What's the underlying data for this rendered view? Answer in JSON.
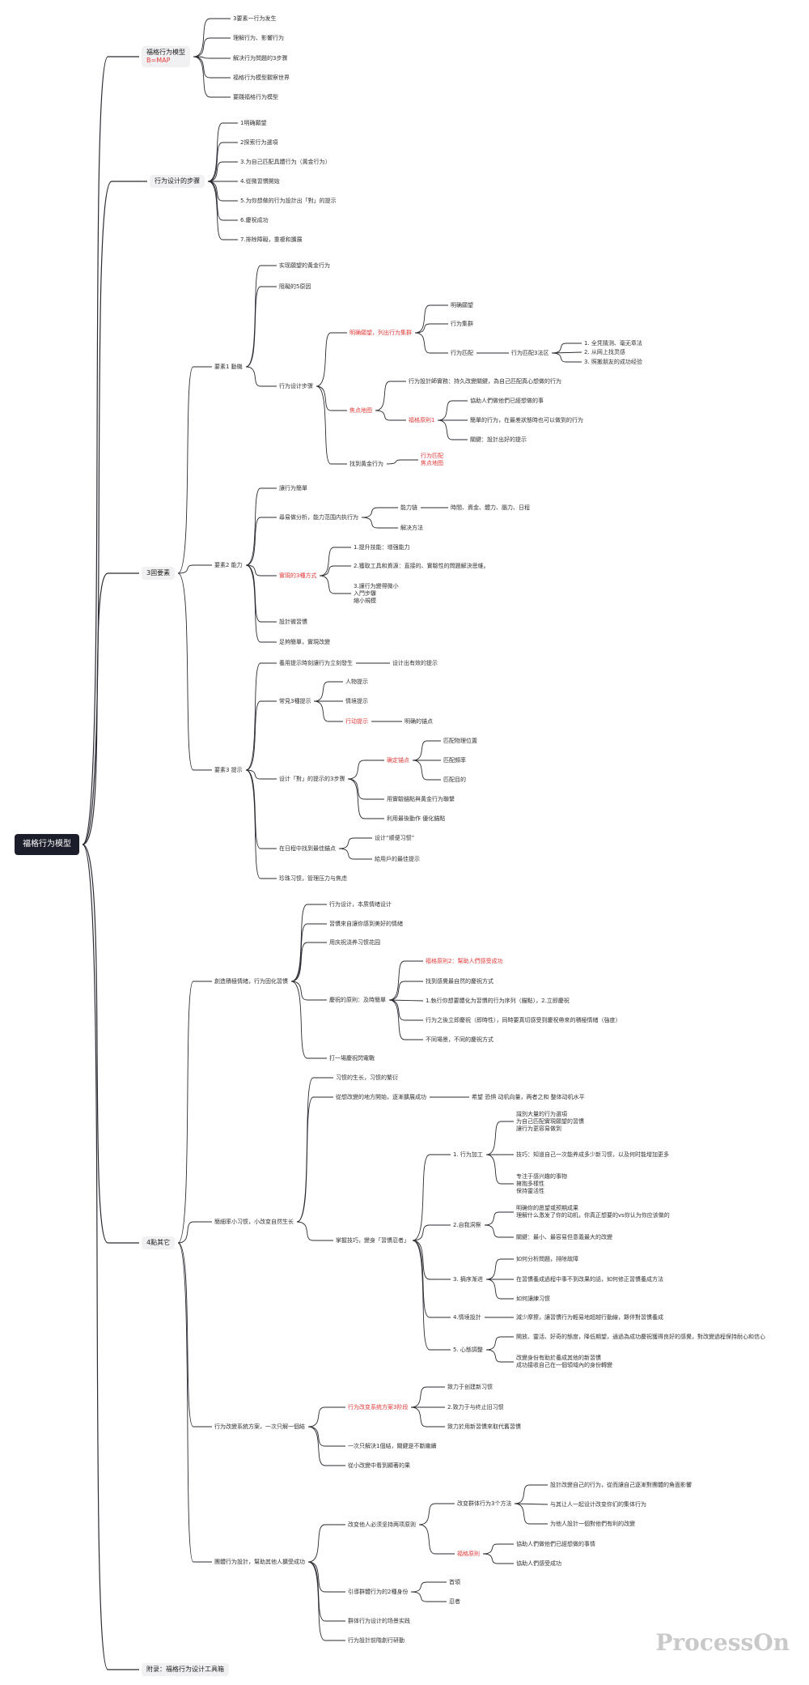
{
  "diagram": {
    "root": "福格行为模型",
    "nodes": [
      {
        "id": "n1",
        "text": "福格行为模型",
        "sub": "B=MAP",
        "parent": "root",
        "level": 1
      },
      {
        "id": "n1a",
        "text": "3要素一行为发生",
        "parent": "n1"
      },
      {
        "id": "n1b",
        "text": "理解行为、影響行为",
        "parent": "n1"
      },
      {
        "id": "n1c",
        "text": "解决行为問題的3步骤",
        "parent": "n1"
      },
      {
        "id": "n1d",
        "text": "福格行为模型觀察世界",
        "parent": "n1"
      },
      {
        "id": "n1e",
        "text": "要踐福格行为模型",
        "parent": "n1"
      },
      {
        "id": "n2",
        "text": "行为设计的步骤",
        "parent": "root",
        "level": 1,
        "red": true
      },
      {
        "id": "n2a",
        "text": "1明确願望",
        "parent": "n2"
      },
      {
        "id": "n2b",
        "text": "2探索行为選項",
        "parent": "n2"
      },
      {
        "id": "n2c",
        "text": "3.为自己匹配具體行为（黃金行为）",
        "parent": "n2"
      },
      {
        "id": "n2d",
        "text": "4.從微習慣開始",
        "parent": "n2"
      },
      {
        "id": "n2e",
        "text": "5.为你想做的行为設計出「對」的提示",
        "parent": "n2"
      },
      {
        "id": "n2f",
        "text": "6.慶祝成功",
        "parent": "n2"
      },
      {
        "id": "n2g",
        "text": "7.排除障礙，重複和擴展",
        "parent": "n2"
      },
      {
        "id": "n3",
        "text": "3固要素",
        "parent": "root",
        "level": 1
      },
      {
        "id": "m1",
        "text": "要素1 動機",
        "parent": "n3"
      },
      {
        "id": "m1a",
        "text": "实现願望的黃金行为",
        "parent": "m1"
      },
      {
        "id": "m1b",
        "text": "阻礙的5原因",
        "parent": "m1"
      },
      {
        "id": "m1c",
        "text": "行为设计步骤",
        "parent": "m1"
      },
      {
        "id": "m1c1",
        "text": "明确願望，列出行为集群",
        "parent": "m1c",
        "red": true
      },
      {
        "id": "m1c1a",
        "text": "明确願望",
        "parent": "m1c1"
      },
      {
        "id": "m1c1b",
        "text": "行为集群",
        "parent": "m1c1"
      },
      {
        "id": "m1c1c",
        "text": "行为匹配",
        "parent": "m1c1"
      },
      {
        "id": "m1c1c1",
        "text": "行为匹配3法区",
        "parent": "m1c1c"
      },
      {
        "id": "m1c1c1a",
        "text": "1. 全凭猜测、毫无章法",
        "parent": "m1c1c1"
      },
      {
        "id": "m1c1c1b",
        "text": "2. 从网上找灵感",
        "parent": "m1c1c1"
      },
      {
        "id": "m1c1c1c",
        "text": "3. 照搬朋友的成功经验",
        "parent": "m1c1c1"
      },
      {
        "id": "m1c2",
        "text": "焦点地图",
        "parent": "m1c",
        "red": true
      },
      {
        "id": "m1c2a",
        "text": "行为設計師實務：持久改變關鍵，為自己匹配真心想做的行为",
        "parent": "m1c2"
      },
      {
        "id": "m1c2b",
        "text": "福格原則1",
        "parent": "m1c2",
        "red": true
      },
      {
        "id": "m1c2b1",
        "text": "協助人們做他們已經想做的事",
        "parent": "m1c2b"
      },
      {
        "id": "m1c2b2",
        "text": "簡單的行为，在最差狀態時也可以做到的行为",
        "parent": "m1c2b"
      },
      {
        "id": "m1c2b3",
        "text": "關鍵：設計出好的提示",
        "parent": "m1c2b"
      },
      {
        "id": "m1c3",
        "text": "找到黃金行为",
        "parent": "m1c"
      },
      {
        "id": "m1c3a",
        "text": "行为匹配",
        "sub": "焦点地图",
        "parent": "m1c3",
        "red": true
      },
      {
        "id": "m2",
        "text": "要素2 能力",
        "parent": "n3"
      },
      {
        "id": "m2a",
        "text": "讓行为簡單",
        "parent": "m2"
      },
      {
        "id": "m2b",
        "text": "尋易做分析，能力范围内执行为",
        "parent": "m2"
      },
      {
        "id": "m2b1",
        "text": "能力链",
        "parent": "m2b"
      },
      {
        "id": "m2b1a",
        "text": "時間、資金、體力、腦力、日程",
        "parent": "m2b1"
      },
      {
        "id": "m2b2",
        "text": "解决方法",
        "parent": "m2b"
      },
      {
        "id": "m2c",
        "text": "實現的3種方式",
        "parent": "m2",
        "red": true
      },
      {
        "id": "m2c1",
        "text": "1.提升技能：增强能力",
        "parent": "m2c"
      },
      {
        "id": "m2c2",
        "text": "2.獲取工具和資源：直接的、實驗性的問題解決思維。",
        "parent": "m2c"
      },
      {
        "id": "m2c3",
        "text": "3.讓行为變得微小",
        "sub2": [
          "入門步驟",
          "縮小規模"
        ],
        "parent": "m2c"
      },
      {
        "id": "m2d",
        "text": "設計微習慣",
        "parent": "m2"
      },
      {
        "id": "m2e",
        "text": "足夠簡單，實現改變",
        "parent": "m2"
      },
      {
        "id": "m3",
        "text": "要素3 提示",
        "parent": "n3"
      },
      {
        "id": "m3a",
        "text": "養用提示時刻讓行为立刻發生",
        "parent": "m3"
      },
      {
        "id": "m3a1",
        "text": "设计出有效的提示",
        "parent": "m3a"
      },
      {
        "id": "m3b",
        "text": "常見3種提示",
        "parent": "m3"
      },
      {
        "id": "m3b1",
        "text": "人物提示",
        "parent": "m3b"
      },
      {
        "id": "m3b2",
        "text": "情境提示",
        "parent": "m3b"
      },
      {
        "id": "m3b3",
        "text": "行动提示",
        "parent": "m3b",
        "red": true
      },
      {
        "id": "m3b3a",
        "text": "明确的锚点",
        "parent": "m3b3"
      },
      {
        "id": "m3c",
        "text": "设计「對」的提示的3步骤",
        "parent": "m3"
      },
      {
        "id": "m3c1",
        "text": "确定锚点",
        "parent": "m3c",
        "red": true
      },
      {
        "id": "m3c1a",
        "text": "匹配物理位置",
        "parent": "m3c1"
      },
      {
        "id": "m3c1b",
        "text": "匹配頻率",
        "parent": "m3c1"
      },
      {
        "id": "m3c1c",
        "text": "匹配目的",
        "parent": "m3c1"
      },
      {
        "id": "m3c2",
        "text": "用實驗錨點與黃金行为聯繫",
        "parent": "m3c"
      },
      {
        "id": "m3c3",
        "text": "利用最後動作 優化錨點",
        "parent": "m3c"
      },
      {
        "id": "m3d",
        "text": "在日程中找到最佳錨点",
        "parent": "m3"
      },
      {
        "id": "m3d1",
        "text": "设计“顺便习惯”",
        "parent": "m3d"
      },
      {
        "id": "m3d2",
        "text": "給用戶的最佳提示",
        "parent": "m3d"
      },
      {
        "id": "m3e",
        "text": "珍珠习惯，管理压力与焦虑",
        "parent": "m3"
      },
      {
        "id": "n4",
        "text": "4點其它",
        "parent": "root",
        "level": 1
      },
      {
        "id": "o1",
        "text": "創造積極情緒，行为固化習慣",
        "parent": "n4"
      },
      {
        "id": "o1a",
        "text": "行为设计，本质情绪设计",
        "parent": "o1"
      },
      {
        "id": "o1b",
        "text": "習慣來自讓你感到美好的情緒",
        "parent": "o1"
      },
      {
        "id": "o1c",
        "text": "用庆祝浇养习惯花园",
        "parent": "o1"
      },
      {
        "id": "o1d",
        "text": "慶祝的原則：及時簡單",
        "parent": "o1"
      },
      {
        "id": "o1d1",
        "text": "福格原則2：幫助人們感受成功",
        "parent": "o1d",
        "red": true
      },
      {
        "id": "o1d2",
        "text": "找到感覺最自然的慶祝方式",
        "parent": "o1d"
      },
      {
        "id": "o1d3",
        "text": "1.執行你想要體化为習慣的行为序列（錨點），2.立即慶祝",
        "parent": "o1d"
      },
      {
        "id": "o1d4",
        "text": "行为之後立即慶祝（即時性），同時要真切感受到慶祝帶來的積極情緒（強度）",
        "parent": "o1d"
      },
      {
        "id": "o1d5",
        "text": "不同場景，不同的慶祝方式",
        "parent": "o1d"
      },
      {
        "id": "o1e",
        "text": "打一場慶祝閃電戰",
        "parent": "o1"
      },
      {
        "id": "o2",
        "text": "簡細率小习惯，小改变自然生长",
        "parent": "n4"
      },
      {
        "id": "o2a",
        "text": "习惯的生长，习惯的繁衍",
        "parent": "o2"
      },
      {
        "id": "o2b",
        "text": "從想改變的地方開始，逐漸擴展成功",
        "parent": "o2"
      },
      {
        "id": "o2b1",
        "text": "希望  恐惧  动机向量，两者之和 整体动机水平",
        "parent": "o2b"
      },
      {
        "id": "o2c",
        "text": "掌握技巧，變身「習慣忍者」",
        "parent": "o2"
      },
      {
        "id": "o2c1",
        "text": "1. 行为加工",
        "parent": "o2c"
      },
      {
        "id": "o2c1a",
        "text": "識別大量的行为選項",
        "sub2": [
          "为自己匹配實現願望的習慣",
          "讓行为更容易做到"
        ],
        "parent": "o2c1"
      },
      {
        "id": "o2c1b",
        "text": "技巧：知道自己一次能养成多少新习惯，以及何时能增加更多",
        "parent": "o2c1"
      },
      {
        "id": "o2c1c",
        "text": "专注于感兴趣的事物",
        "sub2": [
          "擁抱多樣性",
          "保持靈活性"
        ],
        "parent": "o2c1"
      },
      {
        "id": "o2c2",
        "text": "2.自我洞察",
        "parent": "o2c"
      },
      {
        "id": "o2c2a",
        "text": "明确你的愿望或预期成果",
        "sub2": [
          "理解什么激发了你的动机，你真正想要的vs你认为你应该做的"
        ],
        "parent": "o2c2"
      },
      {
        "id": "o2c2b",
        "text": "關鍵：最小、最容易但意義最大的改變",
        "parent": "o2c2"
      },
      {
        "id": "o2c3",
        "text": "3. 摘序渐进",
        "parent": "o2c"
      },
      {
        "id": "o2c3a",
        "text": "如何分析問題，排除故障",
        "parent": "o2c3"
      },
      {
        "id": "o2c3b",
        "text": "在習慣養成過程中事不到改果的話，如何修正習慣養成方法",
        "parent": "o2c3"
      },
      {
        "id": "o2c3c",
        "text": "如何讓練习惯",
        "parent": "o2c3"
      },
      {
        "id": "o2c4",
        "text": "4.情境設計",
        "parent": "o2c"
      },
      {
        "id": "o2c4a",
        "text": "減少摩擦，讓習慣行为輕易地超越行動線，夥伴對習慣養成",
        "parent": "o2c4"
      },
      {
        "id": "o2c5",
        "text": "5. 心態調整",
        "parent": "o2c"
      },
      {
        "id": "o2c5a",
        "text": "開放、靈活、好奇的態度，降低期望，通過為成功慶祝獲得良好的感覺，對改變過程保持耐心和信心",
        "parent": "o2c5"
      },
      {
        "id": "o2c5b",
        "text": "改變身份有助於養成其他的新習慣",
        "sub2": [
          "成功接收自己在一個領域內的身份轉變"
        ],
        "parent": "o2c5"
      },
      {
        "id": "o3",
        "text": "行为改變系統方案，一次只解一個結",
        "parent": "n4"
      },
      {
        "id": "o3a",
        "text": "行为改变系统方案3阶段",
        "parent": "o3",
        "red": true
      },
      {
        "id": "o3a1",
        "text": "致力于创建新习惯",
        "parent": "o3a"
      },
      {
        "id": "o3a2",
        "text": "2.致力于与终止旧习惯",
        "parent": "o3a"
      },
      {
        "id": "o3a3",
        "text": "致力於用新習慣來取代舊習慣",
        "parent": "o3a"
      },
      {
        "id": "o3b",
        "text": "一次只解決1個結，關鍵是不斷繼續",
        "parent": "o3"
      },
      {
        "id": "o3c",
        "text": "從小改變中看到顯著的果",
        "parent": "o3"
      },
      {
        "id": "o4",
        "text": "團體行为設計，幫助其他人擴受成功",
        "parent": "n4"
      },
      {
        "id": "o4a",
        "text": "改变他人必须坚持两项原则",
        "parent": "o4"
      },
      {
        "id": "o4a1",
        "text": "改变群体行为3个方法",
        "parent": "o4a"
      },
      {
        "id": "o4a1a",
        "text": "設計改變自己的行为，從而讓自己逐漸對團體的角面影響",
        "parent": "o4a1"
      },
      {
        "id": "o4a1b",
        "text": "与其让人一起设计改变你们的集体行为",
        "parent": "o4a1"
      },
      {
        "id": "o4a1c",
        "text": "为他人設計一個對他們有利的改變",
        "parent": "o4a1"
      },
      {
        "id": "o4a2",
        "text": "福格原則",
        "parent": "o4a",
        "red": true
      },
      {
        "id": "o4a2a",
        "text": "協助人們做他們已經想做的事情",
        "parent": "o4a2"
      },
      {
        "id": "o4a2b",
        "text": "協助人們感受成功",
        "parent": "o4a2"
      },
      {
        "id": "o4b",
        "text": "引導群體行为的2種身份",
        "parent": "o4"
      },
      {
        "id": "o4b1",
        "text": "首領",
        "parent": "o4b"
      },
      {
        "id": "o4b2",
        "text": "忍者",
        "parent": "o4b"
      },
      {
        "id": "o4c",
        "text": "群体行为设计的场景实践",
        "parent": "o4"
      },
      {
        "id": "o4d",
        "text": "行为設計前階創行研動",
        "parent": "o4"
      },
      {
        "id": "n5",
        "text": "附录：福格行为设计工具箱",
        "parent": "root",
        "level": 1
      }
    ]
  },
  "colors": {
    "line": "#2b2b33",
    "accent": "#e23b3b",
    "root_bg": "#1c1d2b",
    "l1_bg": "#f1f1f3"
  },
  "watermark": "ProcessOn"
}
